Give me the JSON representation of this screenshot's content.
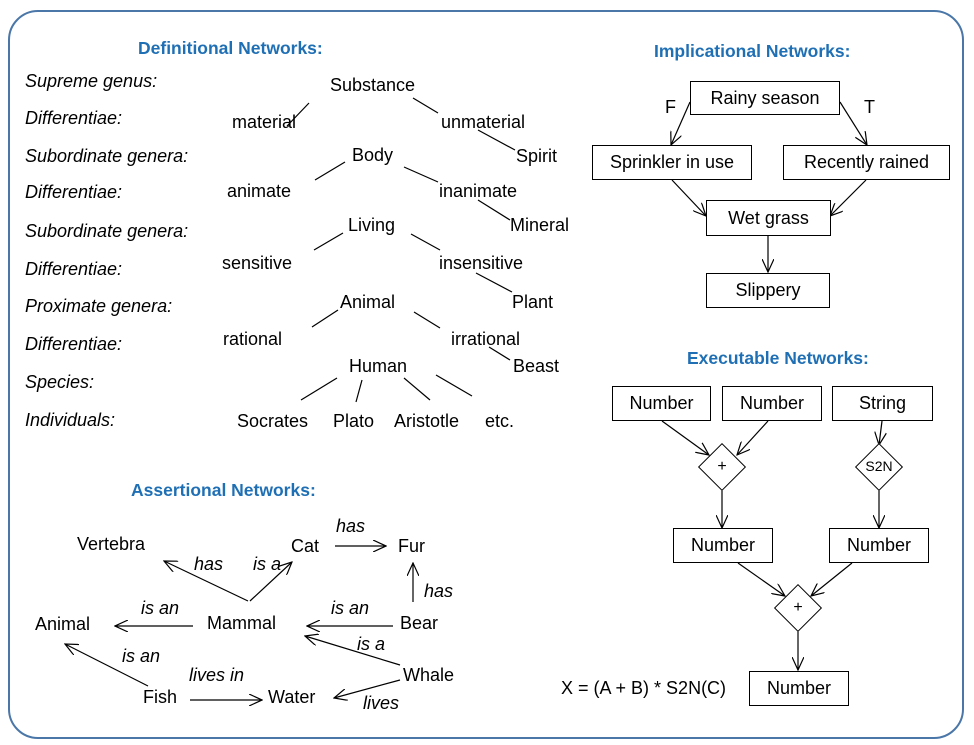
{
  "definitional": {
    "heading": "Definitional Networks:",
    "levels": [
      "Supreme genus:",
      "Differentiae:",
      "Subordinate genera:",
      "Differentiae:",
      "Subordinate genera:",
      "Differentiae:",
      "Proximate genera:",
      "Differentiae:",
      "Species:",
      "Individuals:"
    ],
    "nodes": {
      "substance": "Substance",
      "material": "material",
      "unmaterial": "unmaterial",
      "spirit": "Spirit",
      "body": "Body",
      "animate": "animate",
      "inanimate": "inanimate",
      "mineral": "Mineral",
      "living": "Living",
      "sensitive": "sensitive",
      "insensitive": "insensitive",
      "plant": "Plant",
      "animal": "Animal",
      "rational": "rational",
      "irrational": "irrational",
      "beast": "Beast",
      "human": "Human",
      "socrates": "Socrates",
      "plato": "Plato",
      "aristotle": "Aristotle",
      "etc": "etc."
    }
  },
  "assertional": {
    "heading": "Assertional Networks:",
    "nodes": {
      "vertebra": "Vertebra",
      "cat": "Cat",
      "fur": "Fur",
      "animal": "Animal",
      "mammal": "Mammal",
      "bear": "Bear",
      "whale": "Whale",
      "fish": "Fish",
      "water": "Water"
    },
    "edges": {
      "cat_fur": "has",
      "mammal_vertebra": "has",
      "mammal_cat": "is a",
      "bear_fur": "has",
      "mammal_animal": "is an",
      "bear_mammal": "is an",
      "whale_mammal": "is a",
      "fish_animal": "is an",
      "fish_water": "lives in",
      "whale_water": "lives"
    }
  },
  "implicational": {
    "heading": "Implicational  Networks:",
    "rainy": "Rainy season",
    "sprinkler": "Sprinkler in use",
    "recently": "Recently rained",
    "wet": "Wet grass",
    "slippery": "Slippery",
    "f": "F",
    "t": "T"
  },
  "executable": {
    "heading": "Executable Networks:",
    "number1": "Number",
    "number2": "Number",
    "string": "String",
    "plus1": "+",
    "s2n": "S2N",
    "number3": "Number",
    "number4": "Number",
    "plus2": "+",
    "number5": "Number",
    "formula": "X = (A + B) * S2N(C)"
  }
}
